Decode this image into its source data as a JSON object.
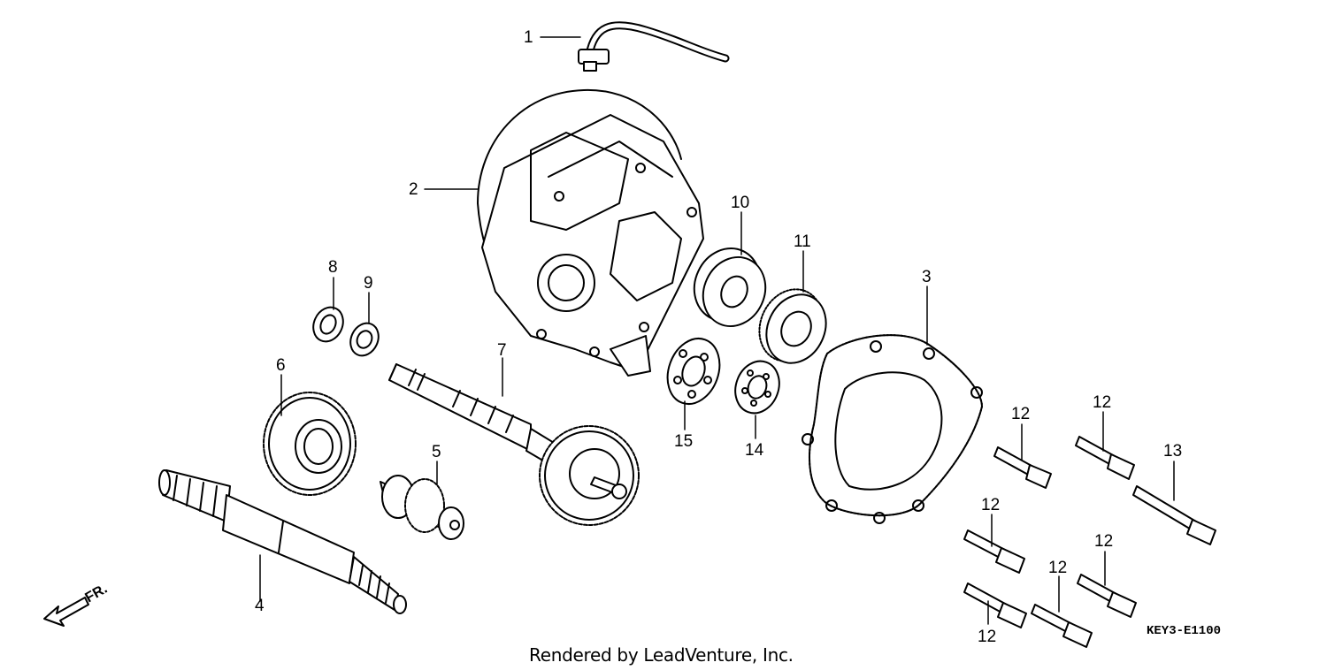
{
  "diagram": {
    "code": "KEY3-E1100",
    "credit": "Rendered by LeadVenture, Inc.",
    "front_indicator": "FR.",
    "callouts": [
      "1",
      "2",
      "3",
      "4",
      "5",
      "6",
      "7",
      "8",
      "9",
      "10",
      "11",
      "12",
      "12",
      "12",
      "12",
      "12",
      "12",
      "13",
      "14",
      "15"
    ]
  }
}
